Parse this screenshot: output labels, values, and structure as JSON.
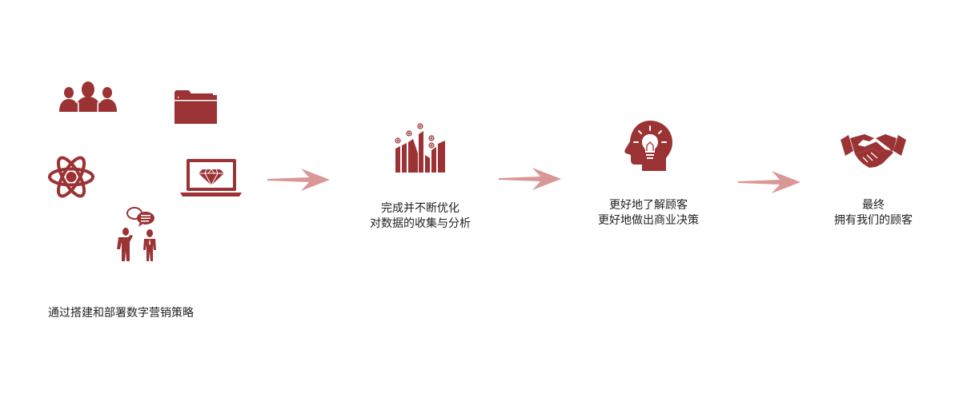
{
  "colors": {
    "icon": "#9b3335",
    "arrow": "#d99796",
    "text": "#222222"
  },
  "steps": [
    {
      "icons": [
        "people-group-icon",
        "folder-icon",
        "atom-icon",
        "laptop-diamond-icon",
        "business-conversation-icon"
      ],
      "lines": [
        "通过搭建和部署数字营销策略"
      ]
    },
    {
      "icons": [
        "growth-chart-icon"
      ],
      "lines": [
        "完成并不断优化",
        "对数据的收集与分析"
      ]
    },
    {
      "icons": [
        "idea-head-icon"
      ],
      "lines": [
        "更好地了解顾客",
        "更好地做出商业决策"
      ]
    },
    {
      "icons": [
        "handshake-icon"
      ],
      "lines": [
        "最终",
        "拥有我们的顾客"
      ]
    }
  ]
}
